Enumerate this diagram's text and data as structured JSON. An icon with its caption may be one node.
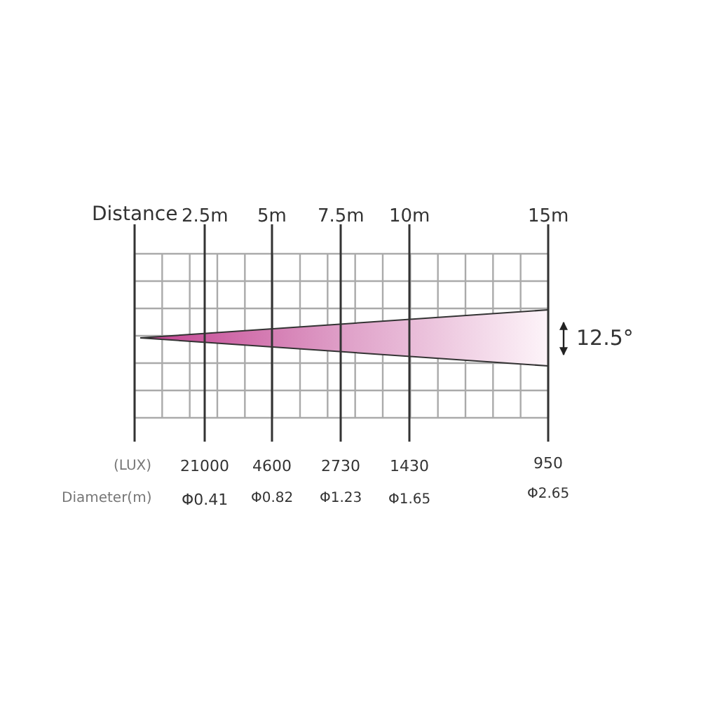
{
  "diagram": {
    "labels": [
      "Distance",
      "2.5m",
      "5m",
      "7.5m",
      "10m",
      "15m",
      "12.5°",
      "(LUX)",
      "21000",
      "4600",
      "2730",
      "1430",
      "950",
      "Diameter(m)",
      "Φ0.41",
      "Φ0.82",
      "Φ1.23",
      "Φ1.65",
      "Φ2.65"
    ]
  }
}
